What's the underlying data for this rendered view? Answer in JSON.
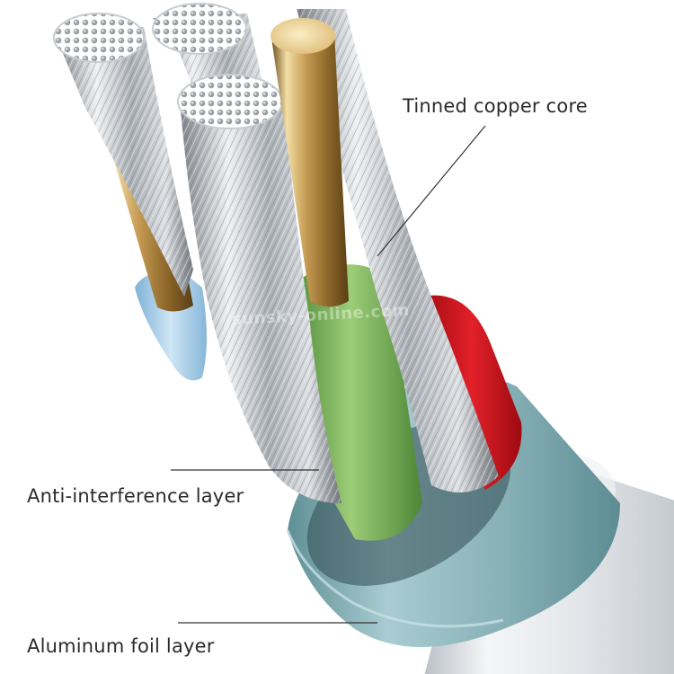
{
  "labels": {
    "core": "Tinned copper core",
    "anti_interference": "Anti-interference layer",
    "aluminum_foil": "Aluminum foil layer"
  },
  "watermark": "sunsky-online.com",
  "colors": {
    "background": "#ffffff",
    "red_wire": "#d8141c",
    "green_wire": "#78b454",
    "blue_wire": "#a9cfe8",
    "foil": "#8fb8bd",
    "outer_jacket": "#e2e5e8",
    "copper": "#c9a35e",
    "silver_strands": "#c8cbd0",
    "leader_line": "#333333",
    "text": "#2b2b2b"
  }
}
